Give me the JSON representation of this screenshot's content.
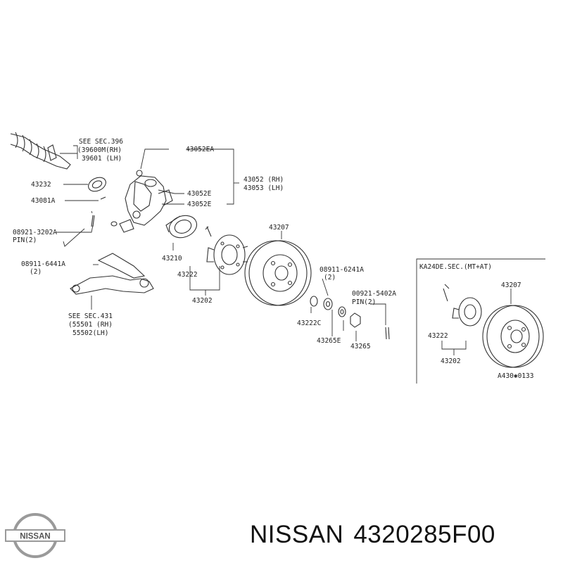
{
  "diagram": {
    "labels": {
      "see_sec_396": "SEE SEC.396",
      "p39600m": "(39600M(RH)",
      "p39601": "39601 (LH)",
      "p43052ea": "43052EA",
      "p43052_rh": "43052 (RH)",
      "p43053_lh": "43053 (LH)",
      "p43232": "43232",
      "p43081a": "43081A",
      "p43052e_1": "43052E",
      "p43052e_2": "43052E",
      "p08921_3202a": "08921-3202A",
      "pin2_a": "PIN(2)",
      "p08911_6441a": "08911-6441A",
      "qty2_a": "(2)",
      "p43207_main": "43207",
      "p43210": "43210",
      "p43222_main": "43222",
      "p43202_main": "43202",
      "p08911_6241a": "08911-6241A",
      "qty2_b": "(2)",
      "p00921_5402a": "00921-5402A",
      "pin2_b": "PIN(2)",
      "p43222c": "43222C",
      "p43265e": "43265E",
      "p43265": "43265",
      "see_sec_431": "SEE SEC.431",
      "p55501": "(55501 (RH)",
      "p55502": "55502(LH)",
      "variant_header": "KA24DE.SEC.(MT+AT)",
      "p43207_variant": "43207",
      "p43222_variant": "43222",
      "p43202_variant": "43202",
      "ref_code": "A430✱0133"
    }
  },
  "footer": {
    "brand": "NISSAN",
    "part_number": "4320285F00",
    "logo_text": "NISSAN"
  }
}
